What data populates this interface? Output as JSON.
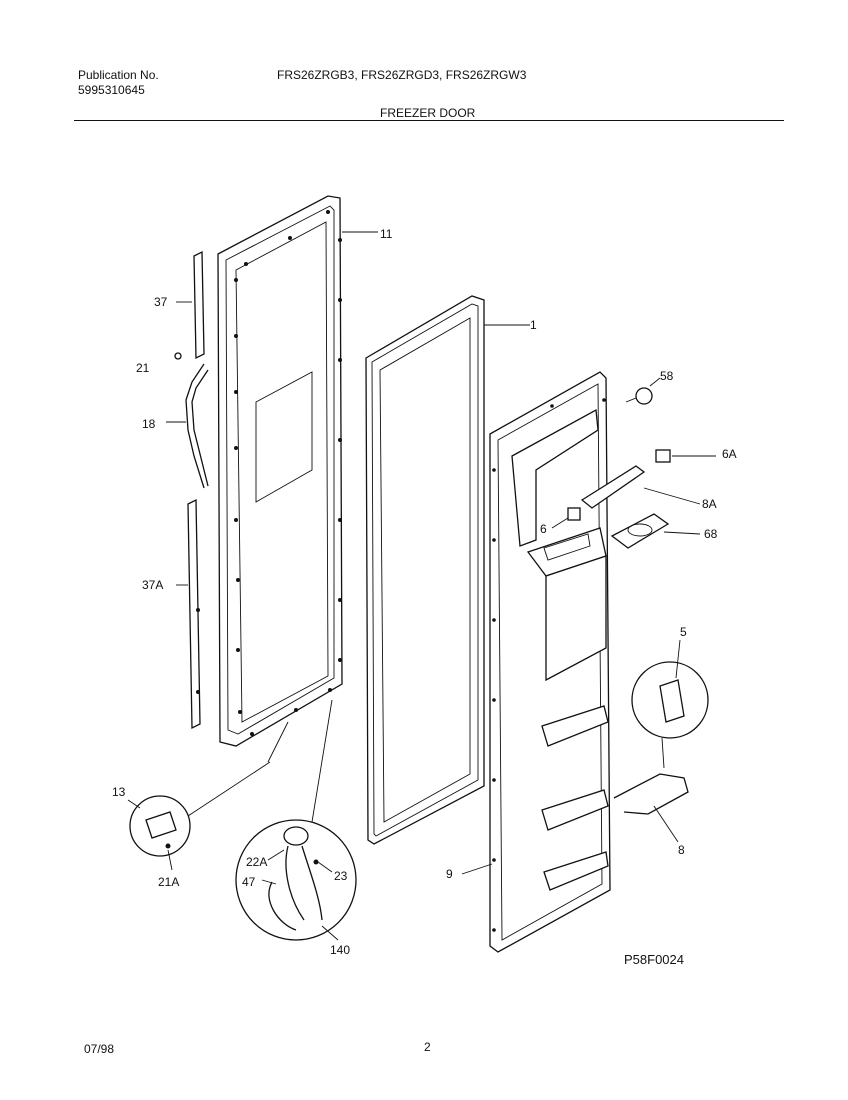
{
  "header": {
    "publication_label": "Publication No.",
    "publication_number": "5995310645",
    "models": "FRS26ZRGB3, FRS26ZRGD3, FRS26ZRGW3",
    "section_title": "FREEZER DOOR"
  },
  "footer": {
    "date": "07/98",
    "page_number": "2"
  },
  "diagram": {
    "figure_id": "P58F0024",
    "callouts": [
      "11",
      "1",
      "37",
      "21",
      "18",
      "37A",
      "58",
      "6A",
      "6",
      "8A",
      "68",
      "5",
      "13",
      "21A",
      "22A",
      "23",
      "47",
      "140",
      "9",
      "8"
    ]
  }
}
